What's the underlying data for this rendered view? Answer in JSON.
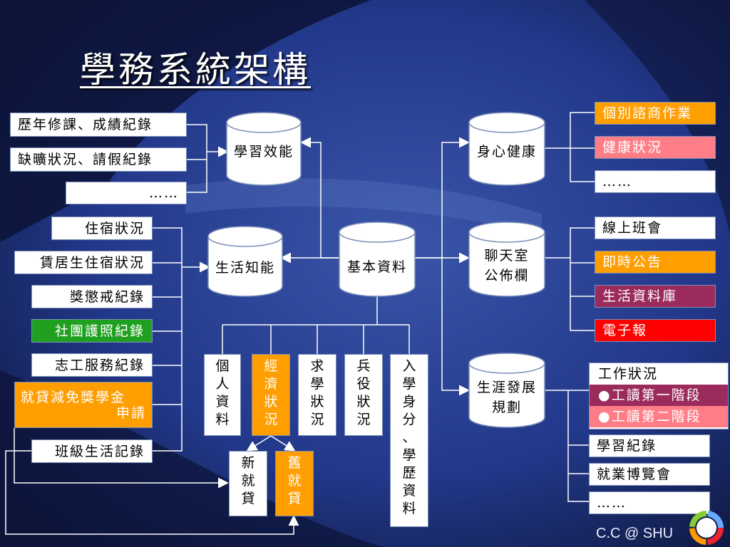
{
  "title": "學務系統架構",
  "hubs": {
    "basic": "基本資料",
    "learning": "學習效能",
    "life": "生活知能",
    "health": "身心健康",
    "chat": [
      "聊天室",
      "公佈欄"
    ],
    "career": [
      "生涯發展",
      "規劃"
    ]
  },
  "learning_items": [
    "歷年修課、成績紀錄",
    "缺曠狀況、請假紀錄",
    "……"
  ],
  "life_items": [
    "住宿狀況",
    "賃居生住宿狀況",
    "獎懲戒紀錄",
    "社團護照紀錄",
    "志工服務紀錄",
    "就貸減免獎學金申請",
    "班級生活記錄"
  ],
  "loan_line2": "申請",
  "loan_line1": "就貸減免獎學金",
  "health_items": [
    "個別諮商作業",
    "健康狀況",
    "……"
  ],
  "chat_items": [
    "線上班會",
    "即時公告",
    "生活資料庫",
    "電子報"
  ],
  "career": {
    "work_head": "工作狀況",
    "work_rows": [
      "●工讀第一階段",
      "●工讀第二階段"
    ],
    "items": [
      "學習紀錄",
      "就業博覽會",
      "……"
    ]
  },
  "basic_children": [
    "個人資料",
    "經濟狀況",
    "求學狀況",
    "兵役狀況",
    "入學身分、學歷資料"
  ],
  "loan_children": [
    "新就貸",
    "舊就貸"
  ],
  "credit": "C.C @ SHU",
  "colors": {
    "orange": "#ff9e00",
    "pink": "#ff7d87",
    "purple": "#9a2b5c",
    "red": "#ff0000",
    "green": "#20a020",
    "navy": "#1c2f73"
  }
}
